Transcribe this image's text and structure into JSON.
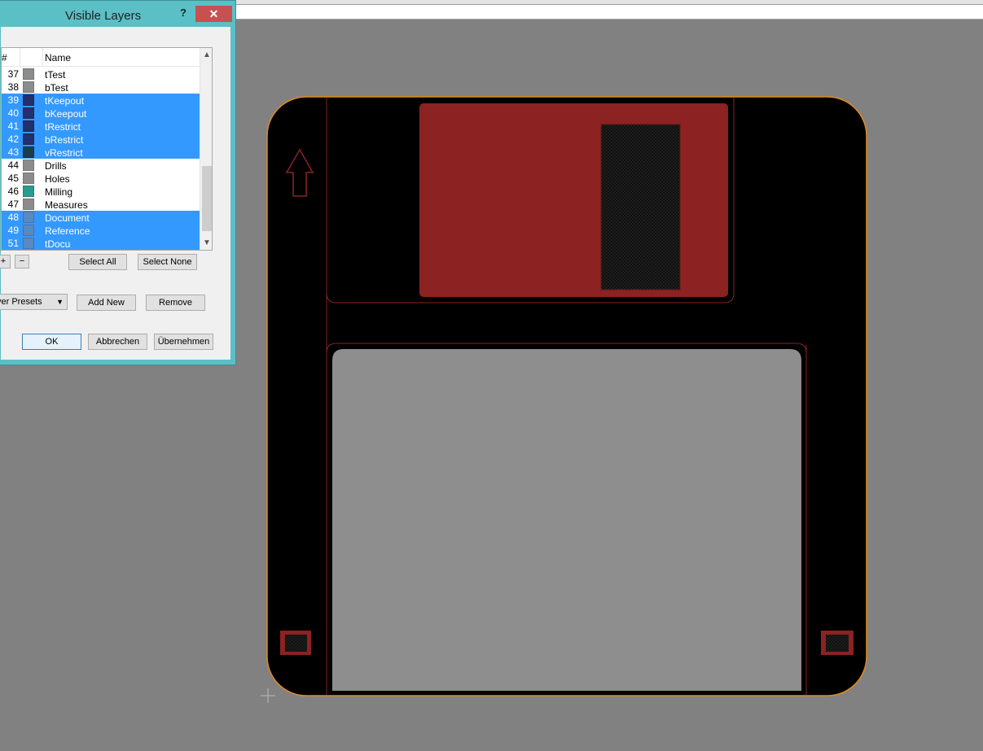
{
  "dialog": {
    "title": "Visible Layers",
    "help_label": "?",
    "close_label": "✕",
    "columns": {
      "number": "#",
      "name": "Name"
    },
    "layers": [
      {
        "num": "37",
        "name": "tTest",
        "color": "#8c8c8c",
        "selected": false
      },
      {
        "num": "38",
        "name": "bTest",
        "color": "#8c8c8c",
        "selected": false
      },
      {
        "num": "39",
        "name": "tKeepout",
        "color": "#23306b",
        "selected": true
      },
      {
        "num": "40",
        "name": "bKeepout",
        "color": "#23306b",
        "selected": true
      },
      {
        "num": "41",
        "name": "tRestrict",
        "color": "#23306b",
        "selected": true
      },
      {
        "num": "42",
        "name": "bRestrict",
        "color": "#23306b",
        "selected": true
      },
      {
        "num": "43",
        "name": "vRestrict",
        "color": "#1c3d4a",
        "selected": true
      },
      {
        "num": "44",
        "name": "Drills",
        "color": "#8c8c8c",
        "selected": false
      },
      {
        "num": "45",
        "name": "Holes",
        "color": "#8c8c8c",
        "selected": false
      },
      {
        "num": "46",
        "name": "Milling",
        "color": "#2b9a8f",
        "selected": false
      },
      {
        "num": "47",
        "name": "Measures",
        "color": "#8c8c8c",
        "selected": false
      },
      {
        "num": "48",
        "name": "Document",
        "color": "#5a88c0",
        "selected": true
      },
      {
        "num": "49",
        "name": "Reference",
        "color": "#5a88c0",
        "selected": true
      },
      {
        "num": "51",
        "name": "tDocu",
        "color": "#5a88c0",
        "selected": true
      }
    ],
    "plus_label": "+",
    "minus_label": "−",
    "select_all_label": "Select All",
    "select_none_label": "Select None",
    "presets_label": "yer Presets",
    "add_new_label": "Add New",
    "remove_label": "Remove",
    "ok_label": "OK",
    "cancel_label": "Abbrechen",
    "apply_label": "Übernehmen"
  },
  "colors": {
    "canvas_bg": "#818181",
    "board_fill": "#000000",
    "board_outline": "#e08a1e",
    "shutter_red": "#8c2222",
    "label_gray": "#8e8e8e",
    "selection_blue": "#3399ff"
  }
}
